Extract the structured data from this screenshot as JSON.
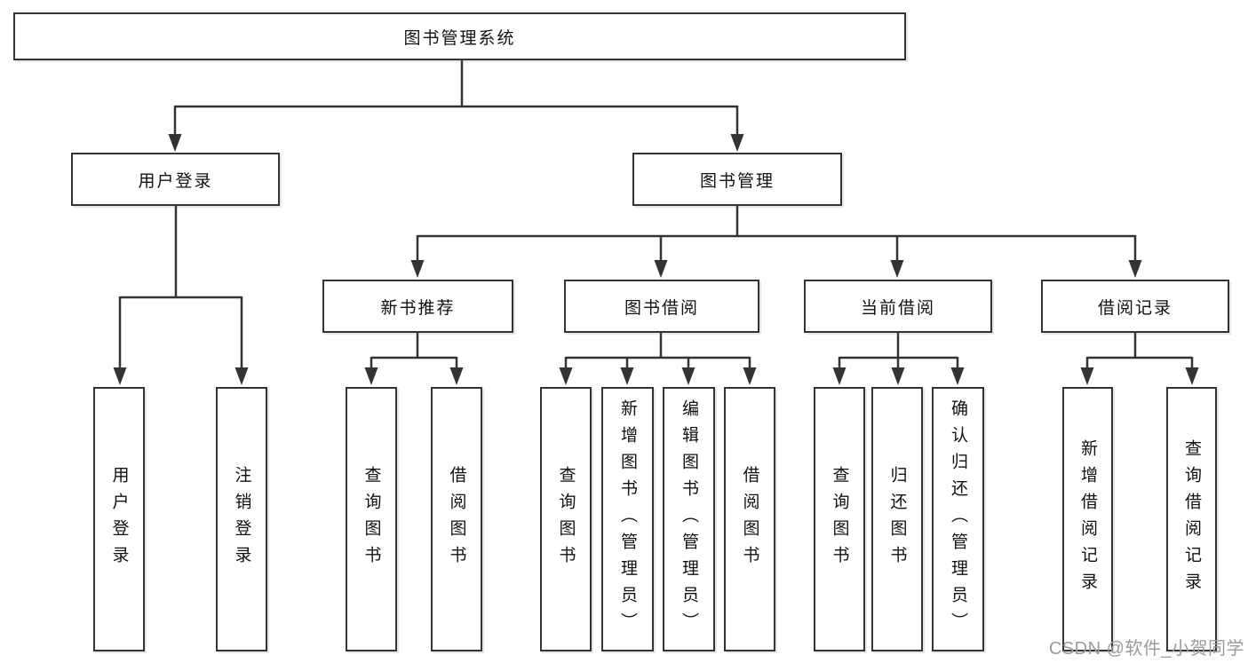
{
  "diagram": {
    "title": "图书管理系统",
    "level2": [
      {
        "label": "用户登录"
      },
      {
        "label": "图书管理"
      }
    ],
    "level3": [
      {
        "label": "新书推荐"
      },
      {
        "label": "图书借阅"
      },
      {
        "label": "当前借阅"
      },
      {
        "label": "借阅记录"
      }
    ],
    "leaves": {
      "user_login": [
        {
          "label": "用户登录"
        },
        {
          "label": "注销登录"
        }
      ],
      "new_books": [
        {
          "label": "查询图书"
        },
        {
          "label": "借阅图书"
        }
      ],
      "book_borrow": [
        {
          "label": "查询图书"
        },
        {
          "label": "新增图书（管理员）"
        },
        {
          "label": "编辑图书（管理员）"
        },
        {
          "label": "借阅图书"
        }
      ],
      "current_borrow": [
        {
          "label": "查询图书"
        },
        {
          "label": "归还图书"
        },
        {
          "label": "确认归还（管理员）"
        }
      ],
      "borrow_records": [
        {
          "label": "新增借阅记录"
        },
        {
          "label": "查询借阅记录"
        }
      ]
    }
  },
  "watermark": "CSDN @软件_小贺同学",
  "colors": {
    "line": "#333333",
    "text": "#111111",
    "background": "#ffffff",
    "watermark": "#9b9b9b"
  }
}
